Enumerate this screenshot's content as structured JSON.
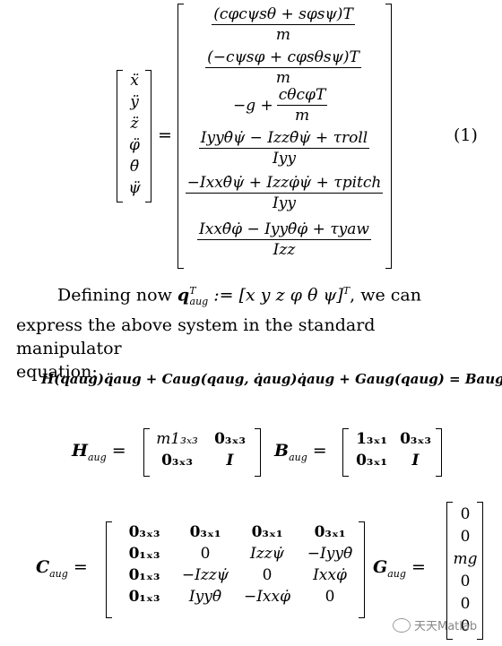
{
  "equation_number": "(1)",
  "state_vector": [
    "ẍ",
    "ÿ",
    "z̈",
    "φ̈",
    "θ̈",
    "ψ̈"
  ],
  "equals": "=",
  "rhs": {
    "row1_num": "(cφcψsθ + sφsψ)T",
    "row1_den": "m",
    "row2_num": "(−cψsφ + cφsθsψ)T",
    "row2_den": "m",
    "row3_pre": "−g +",
    "row3_num": "cθcφT",
    "row3_den": "m",
    "row4_num": "Iyyθ̇ψ̇ − Izzθ̇ψ̇ + τroll",
    "row4_den": "Iyy",
    "row5_num": "−Ixxθ̇ψ̇ + Izzφ̇ψ̇ + τpitch",
    "row5_den": "Iyy",
    "row6_num": "Ixxθ̇φ̇ − Iyyθ̇φ̇ + τyaw",
    "row6_den": "Izz"
  },
  "paragraph": {
    "line1_a": "Defining now",
    "line1_math": "q",
    "line1_sub": "aug",
    "line1_sup": "T",
    "line1_def": ":= [x   y   z   φ   θ   ψ]",
    "line1_sup2": "T",
    "line1_b": ", we can",
    "line2": "express the above system in the standard manipulator",
    "line3": "equation:"
  },
  "manip_eq": "H(qaug)q̈aug + Caug(qaug, q̇aug)q̇aug + Gaug(qaug) = Baugτ",
  "H_aug": {
    "label": "H",
    "sub": "aug",
    "cells": [
      "m1₃ₓ₃",
      "0₃ₓ₃",
      "0₃ₓ₃",
      "I"
    ]
  },
  "B_aug": {
    "label": "B",
    "sub": "aug",
    "cells": [
      "1₃ₓ₁",
      "0₃ₓ₃",
      "0₃ₓ₁",
      "I"
    ]
  },
  "C_aug": {
    "label": "C",
    "sub": "aug",
    "rows": [
      [
        "0₃ₓ₃",
        "0₃ₓ₁",
        "0₃ₓ₁",
        "0₃ₓ₁"
      ],
      [
        "0₁ₓ₃",
        "0",
        "Izzψ̇",
        "−Iyyθ̇"
      ],
      [
        "0₁ₓ₃",
        "−Izzψ̇",
        "0",
        "Ixxφ̇"
      ],
      [
        "0₁ₓ₃",
        "Iyyθ̇",
        "−Ixxφ̇",
        "0"
      ]
    ]
  },
  "G_aug": {
    "label": "G",
    "sub": "aug",
    "cells": [
      "0",
      "0",
      "mg",
      "0",
      "0",
      "0"
    ]
  },
  "watermark": "天天Matlab"
}
